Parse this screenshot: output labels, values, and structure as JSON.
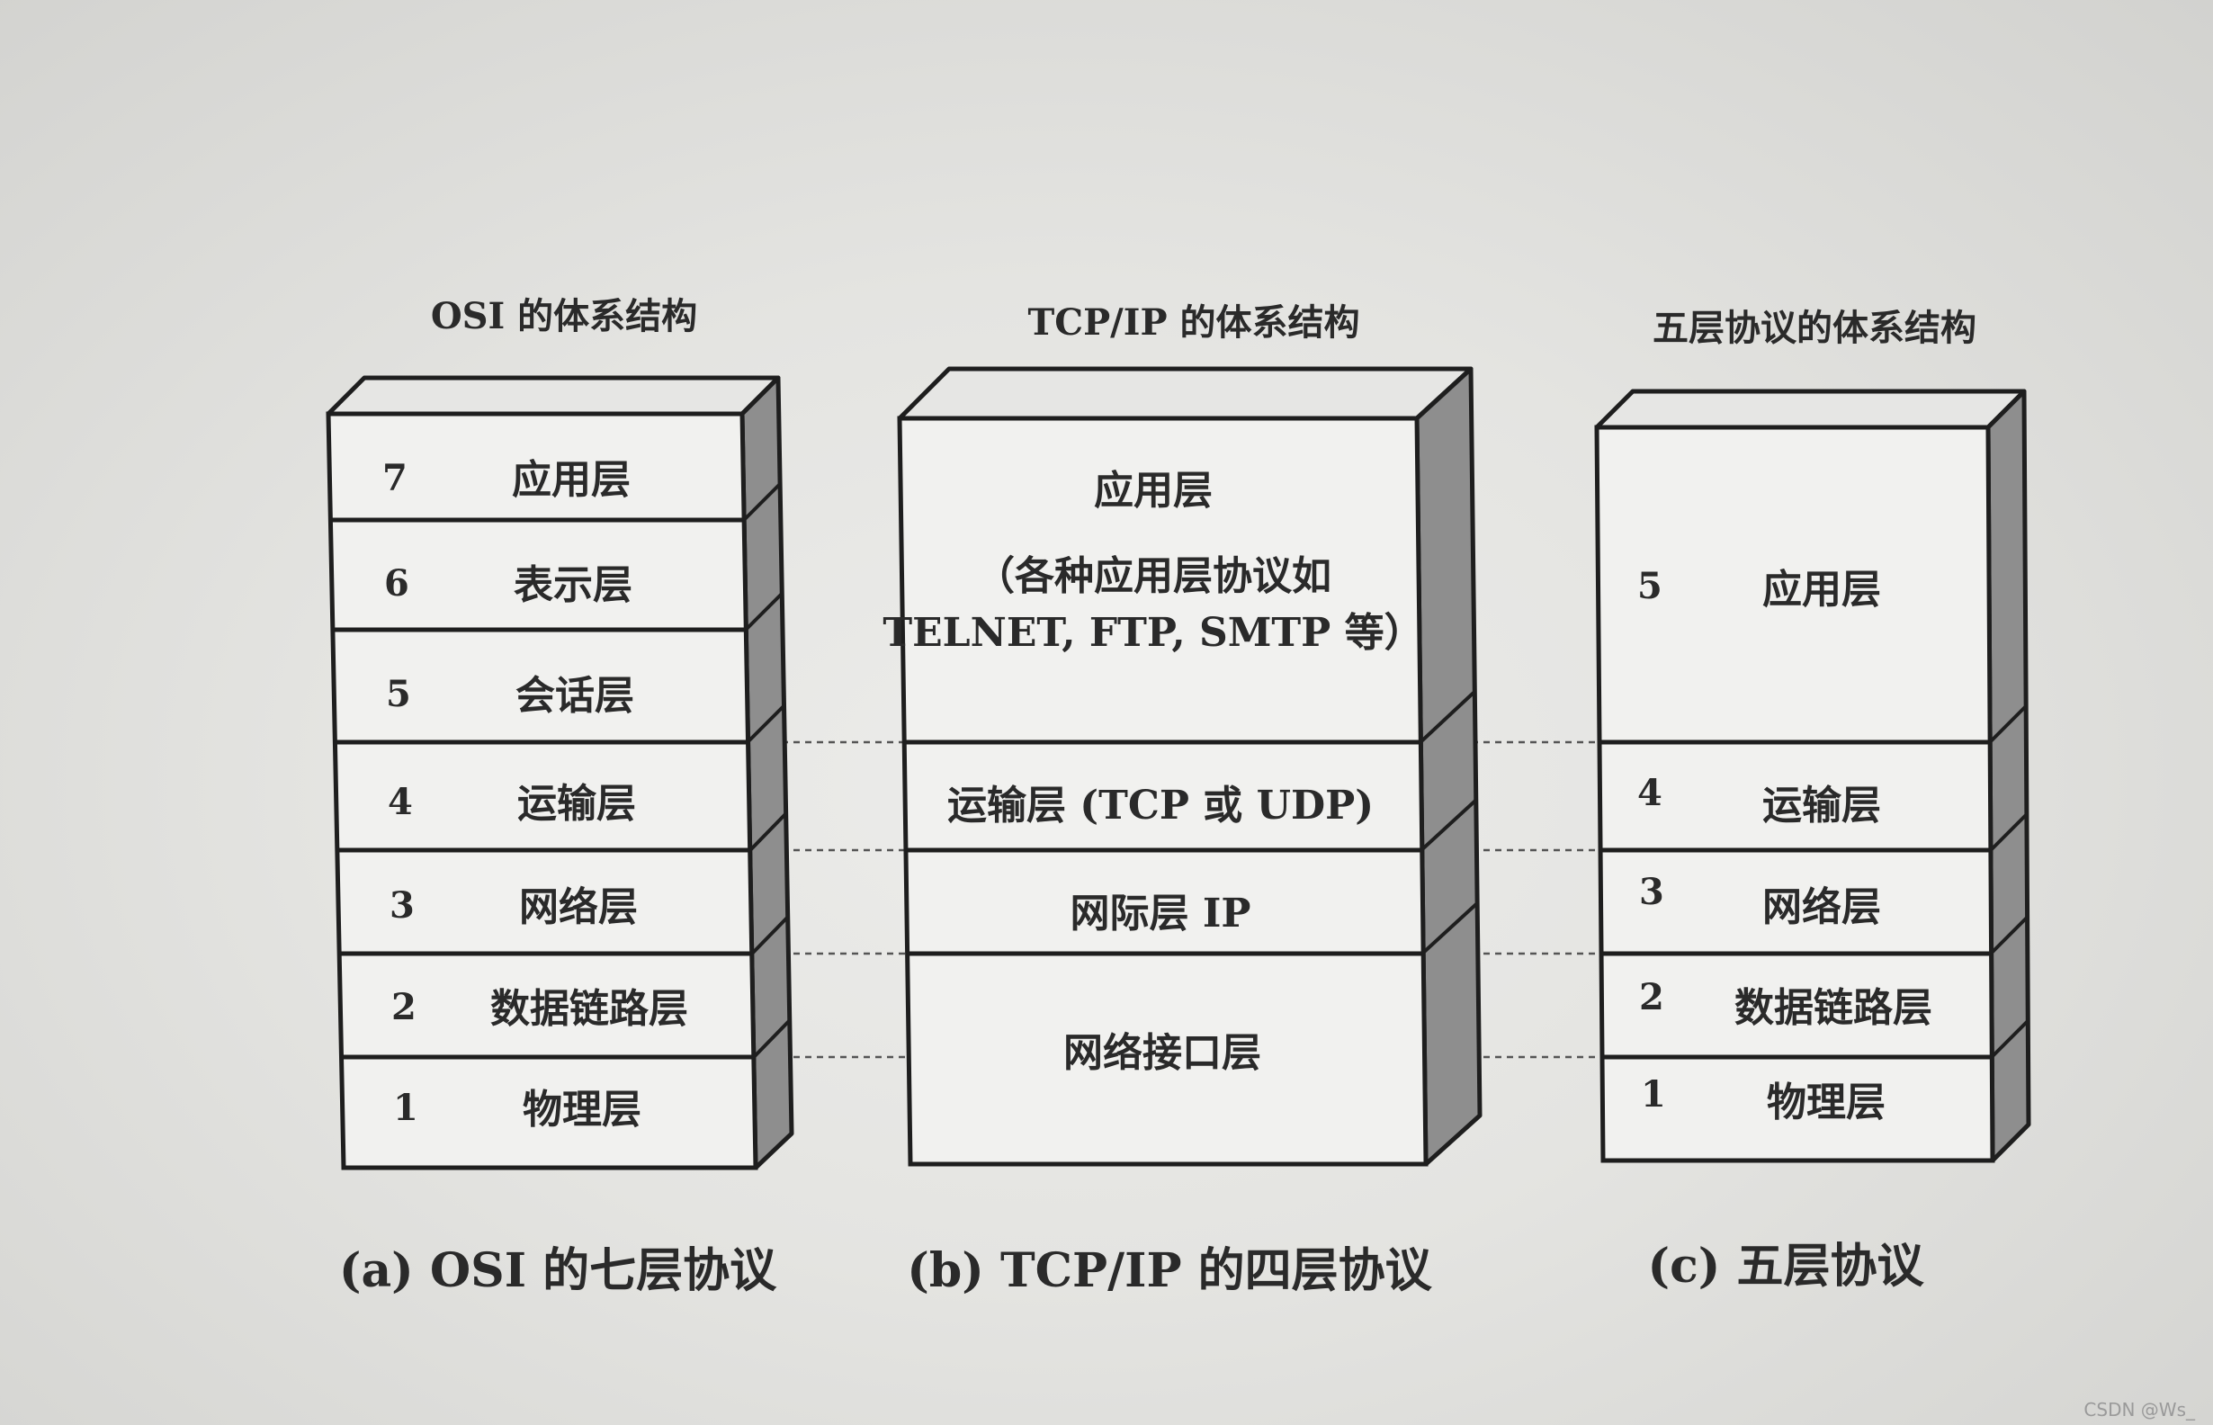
{
  "titles": {
    "osi": "OSI 的体系结构",
    "tcpip": "TCP/IP 的体系结构",
    "five": "五层协议的体系结构"
  },
  "osi_layers": [
    {
      "num": "7",
      "name": "应用层"
    },
    {
      "num": "6",
      "name": "表示层"
    },
    {
      "num": "5",
      "name": "会话层"
    },
    {
      "num": "4",
      "name": "运输层"
    },
    {
      "num": "3",
      "name": "网络层"
    },
    {
      "num": "2",
      "name": "数据链路层"
    },
    {
      "num": "1",
      "name": "物理层"
    }
  ],
  "tcpip_layers": {
    "app_line1": "应用层",
    "app_line2": "（各种应用层协议如",
    "app_line3": "TELNET, FTP, SMTP 等）",
    "transport": "运输层 (TCP 或 UDP)",
    "internet": "网际层 IP",
    "netif": "网络接口层"
  },
  "five_layers": [
    {
      "num": "5",
      "name": "应用层"
    },
    {
      "num": "4",
      "name": "运输层"
    },
    {
      "num": "3",
      "name": "网络层"
    },
    {
      "num": "2",
      "name": "数据链路层"
    },
    {
      "num": "1",
      "name": "物理层"
    }
  ],
  "captions": {
    "a": "(a) OSI 的七层协议",
    "b": "(b) TCP/IP 的四层协议",
    "c": "(c)  五层协议"
  },
  "watermark": "CSDN @Ws_"
}
